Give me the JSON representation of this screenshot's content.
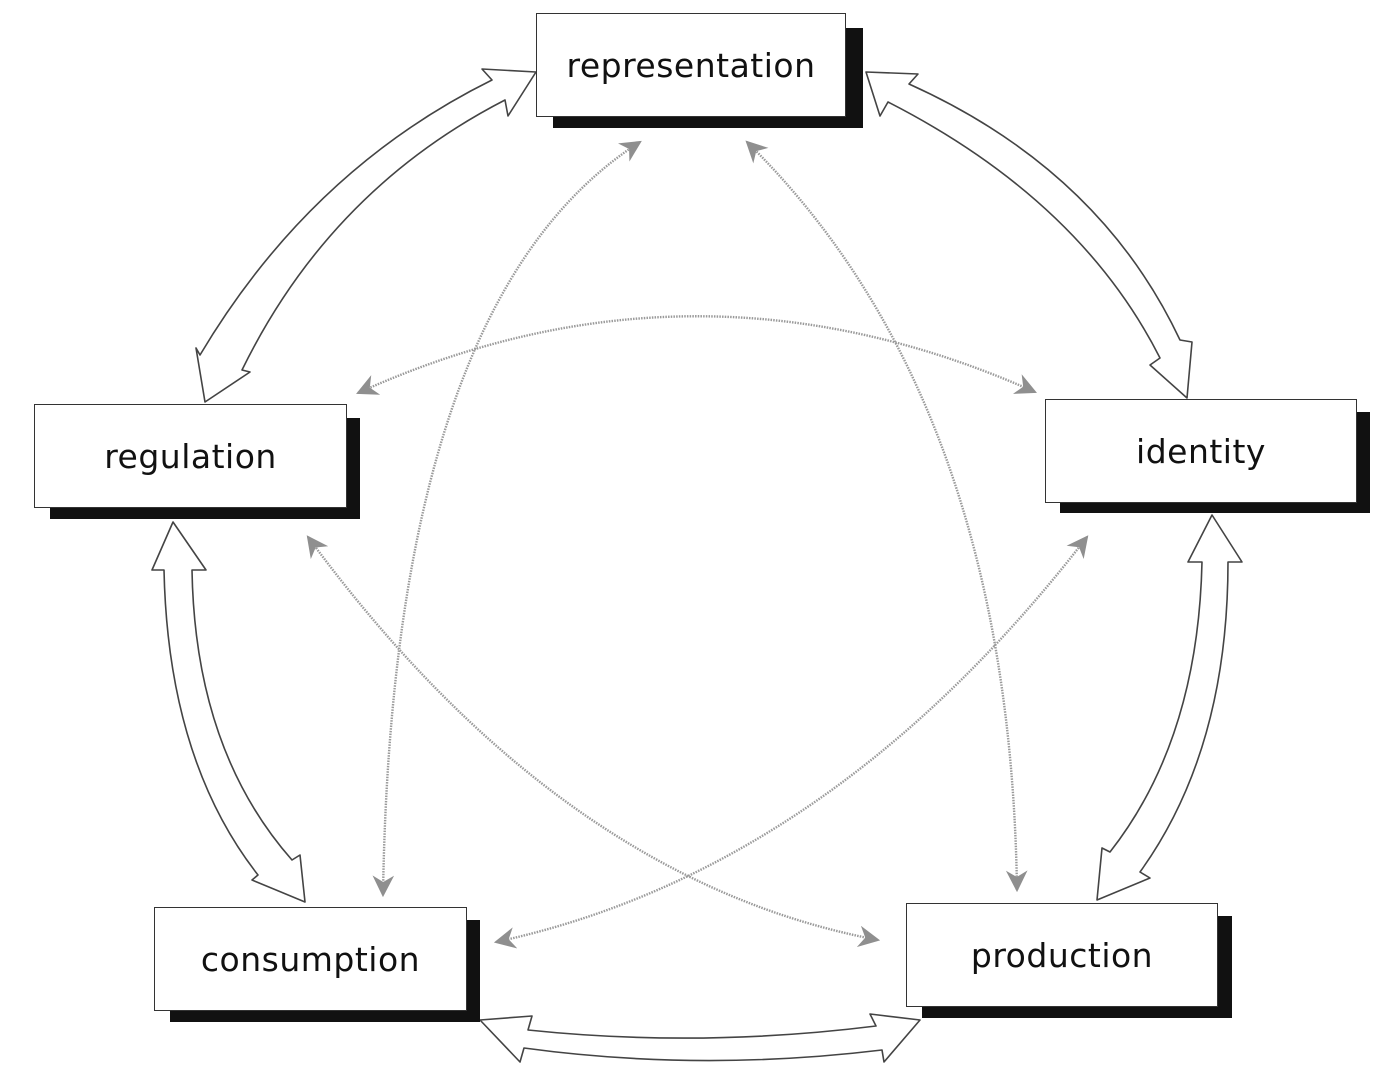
{
  "diagram": {
    "nodes": {
      "representation": "representation",
      "regulation": "regulation",
      "identity": "identity",
      "consumption": "consumption",
      "production": "production"
    },
    "colors": {
      "outer_arrow_stroke": "#444444",
      "outer_arrow_fill": "#ffffff",
      "inner_arrow": "#9a9a9a",
      "box_border": "#333333",
      "box_shadow": "#111111"
    }
  }
}
